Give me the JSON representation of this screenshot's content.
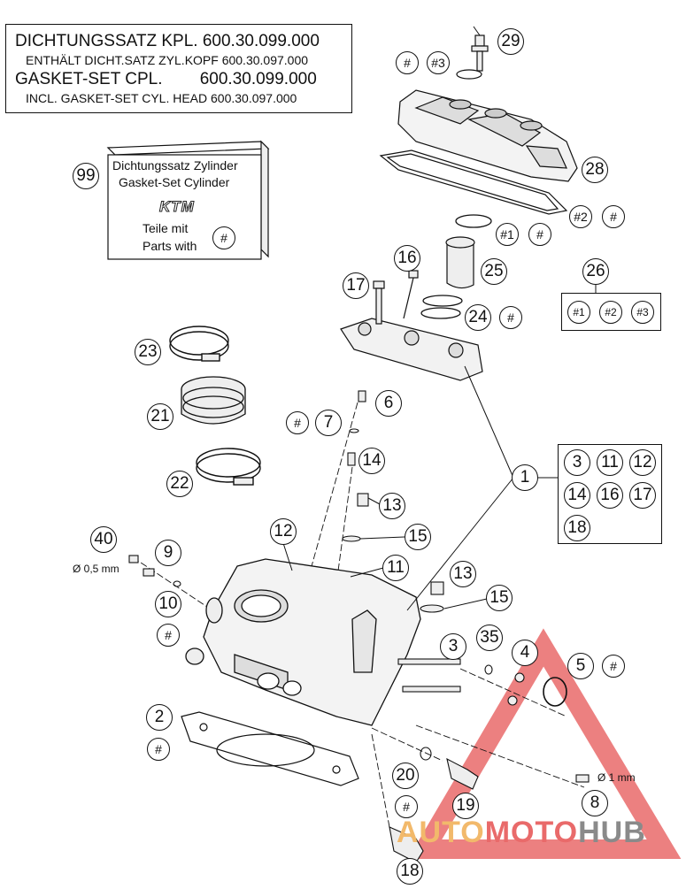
{
  "gasket_box": {
    "line1": "DICHTUNGSSATZ KPL. 600.30.099.000",
    "line2": "ENTHÄLT DICHT.SATZ ZYL.KOPF 600.30.097.000",
    "line3": "GASKET-SET CPL.        600.30.099.000",
    "line4": "INCL. GASKET-SET CYL. HEAD 600.30.097.000"
  },
  "kit_box": {
    "title_de": "Dichtungssatz Zylinder",
    "title_en": "Gasket-Set Cylinder",
    "logo": "KTM",
    "parts_de": "Teile mit",
    "parts_en": "Parts with",
    "marker": "#"
  },
  "callouts": {
    "c99": "99",
    "c29": "29",
    "c28": "28",
    "c25": "25",
    "c24": "24",
    "c26": "26",
    "c16": "16",
    "c17": "17",
    "c23": "23",
    "c21": "21",
    "c22": "22",
    "c6": "6",
    "c7": "7",
    "c14": "14",
    "c13a": "13",
    "c15a": "15",
    "c12": "12",
    "c11": "11",
    "c1": "1",
    "c40": "40",
    "c9": "9",
    "c10": "10",
    "c13b": "13",
    "c15b": "15",
    "c3": "3",
    "c35": "35",
    "c4": "4",
    "c5": "5",
    "c2": "2",
    "c20": "20",
    "c19": "19",
    "c8": "8",
    "c18": "18",
    "h_top": "#",
    "h3_top": "#3",
    "h2_cover": "#2",
    "h_cover": "#",
    "h1_25": "#1",
    "h_25": "#",
    "h_24": "#",
    "h_7": "#",
    "h_10": "#",
    "h_5": "#",
    "h_2": "#",
    "h_20": "#"
  },
  "group_26": {
    "items": [
      "#1",
      "#2",
      "#3"
    ]
  },
  "group_1": {
    "items": [
      "3",
      "11",
      "12",
      "14",
      "16",
      "17",
      "18"
    ]
  },
  "dims": {
    "d40": "Ø 0,5 mm",
    "d8": "Ø 1 mm"
  },
  "watermark": {
    "part1": "AUTO",
    "part2": "MOTO",
    "part3": "HUB"
  }
}
